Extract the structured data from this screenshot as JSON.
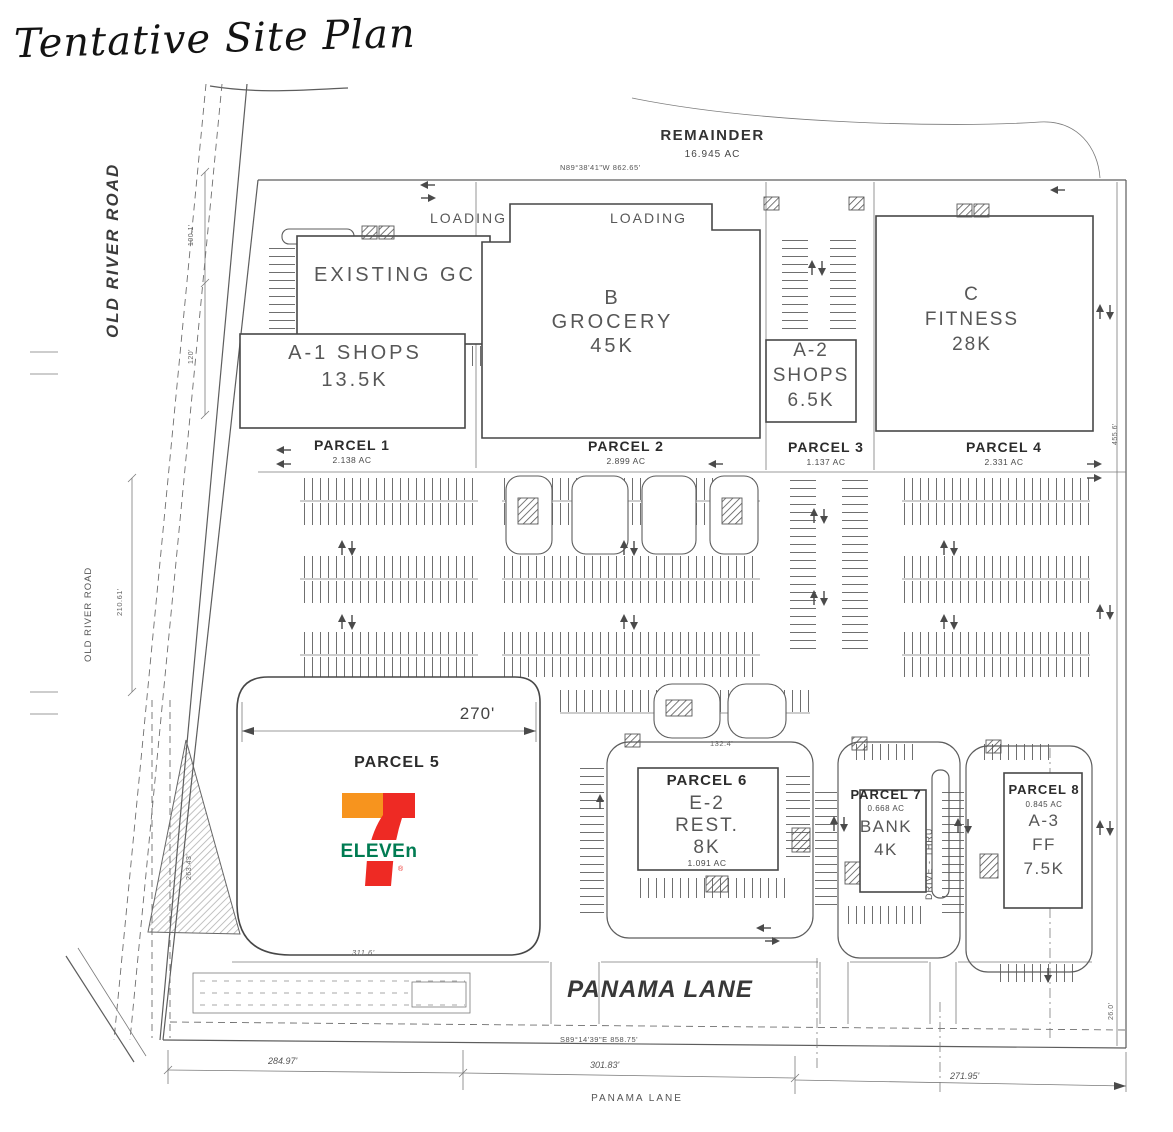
{
  "title": "Tentative Site Plan",
  "remainder": {
    "name": "REMAINDER",
    "area": "16.945 AC"
  },
  "bearings": {
    "north": "N89°38'41\"W   862.65'",
    "south": "S89°14'39\"E   858.75'"
  },
  "roads": {
    "old_river_upper": "OLD RIVER ROAD",
    "old_river_lower": "OLD RIVER ROAD",
    "panama_main": "PANAMA LANE",
    "panama_small": "PANAMA LANE"
  },
  "loading": {
    "left": "LOADING",
    "right": "LOADING"
  },
  "buildings": {
    "existing_gc": {
      "l1": "EXISTING GC"
    },
    "a1": {
      "l1": "A-1 SHOPS",
      "l2": "13.5K"
    },
    "grocery": {
      "l1": "B",
      "l2": "GROCERY",
      "l3": "45K"
    },
    "a2": {
      "l1": "A-2",
      "l2": "SHOPS",
      "l3": "6.5K"
    },
    "fitness": {
      "l1": "C",
      "l2": "FITNESS",
      "l3": "28K"
    },
    "rest": {
      "l1": "E-2",
      "l2": "REST.",
      "l3": "8K"
    },
    "bank": {
      "l1": "BANK",
      "l2": "4K"
    },
    "ff": {
      "l1": "A-3",
      "l2": "FF",
      "l3": "7.5K"
    }
  },
  "parcels": {
    "p1": {
      "name": "PARCEL 1",
      "area": "2.138 AC"
    },
    "p2": {
      "name": "PARCEL 2",
      "area": "2.899 AC"
    },
    "p3": {
      "name": "PARCEL 3",
      "area": "1.137 AC"
    },
    "p4": {
      "name": "PARCEL 4",
      "area": "2.331 AC"
    },
    "p5": {
      "name": "PARCEL 5"
    },
    "p6": {
      "name": "PARCEL 6",
      "area": "1.091 AC"
    },
    "p7": {
      "name": "PARCEL 7",
      "area": "0.668 AC"
    },
    "p8": {
      "name": "PARCEL 8",
      "area": "0.845 AC"
    }
  },
  "drive_thru": "DRIVE - THRU",
  "dims": {
    "p5_width": "270'",
    "left_a": "100.1'",
    "left_b": "120'",
    "left_c": "210.61'",
    "left_d": "263.43'",
    "right_a": "455.6'",
    "right_b": "26.0'",
    "strip": "311.6'",
    "p6_top": "132.4'",
    "bottom_a": "284.97'",
    "bottom_b": "301.83'",
    "bottom_c": "271.95'"
  },
  "logo": {
    "word": "ELEVEn",
    "reg": "®"
  },
  "colors": {
    "logo_orange": "#F7941E",
    "logo_red": "#EE2A24",
    "logo_green": "#007B52",
    "ink": "#4c4c4c"
  }
}
